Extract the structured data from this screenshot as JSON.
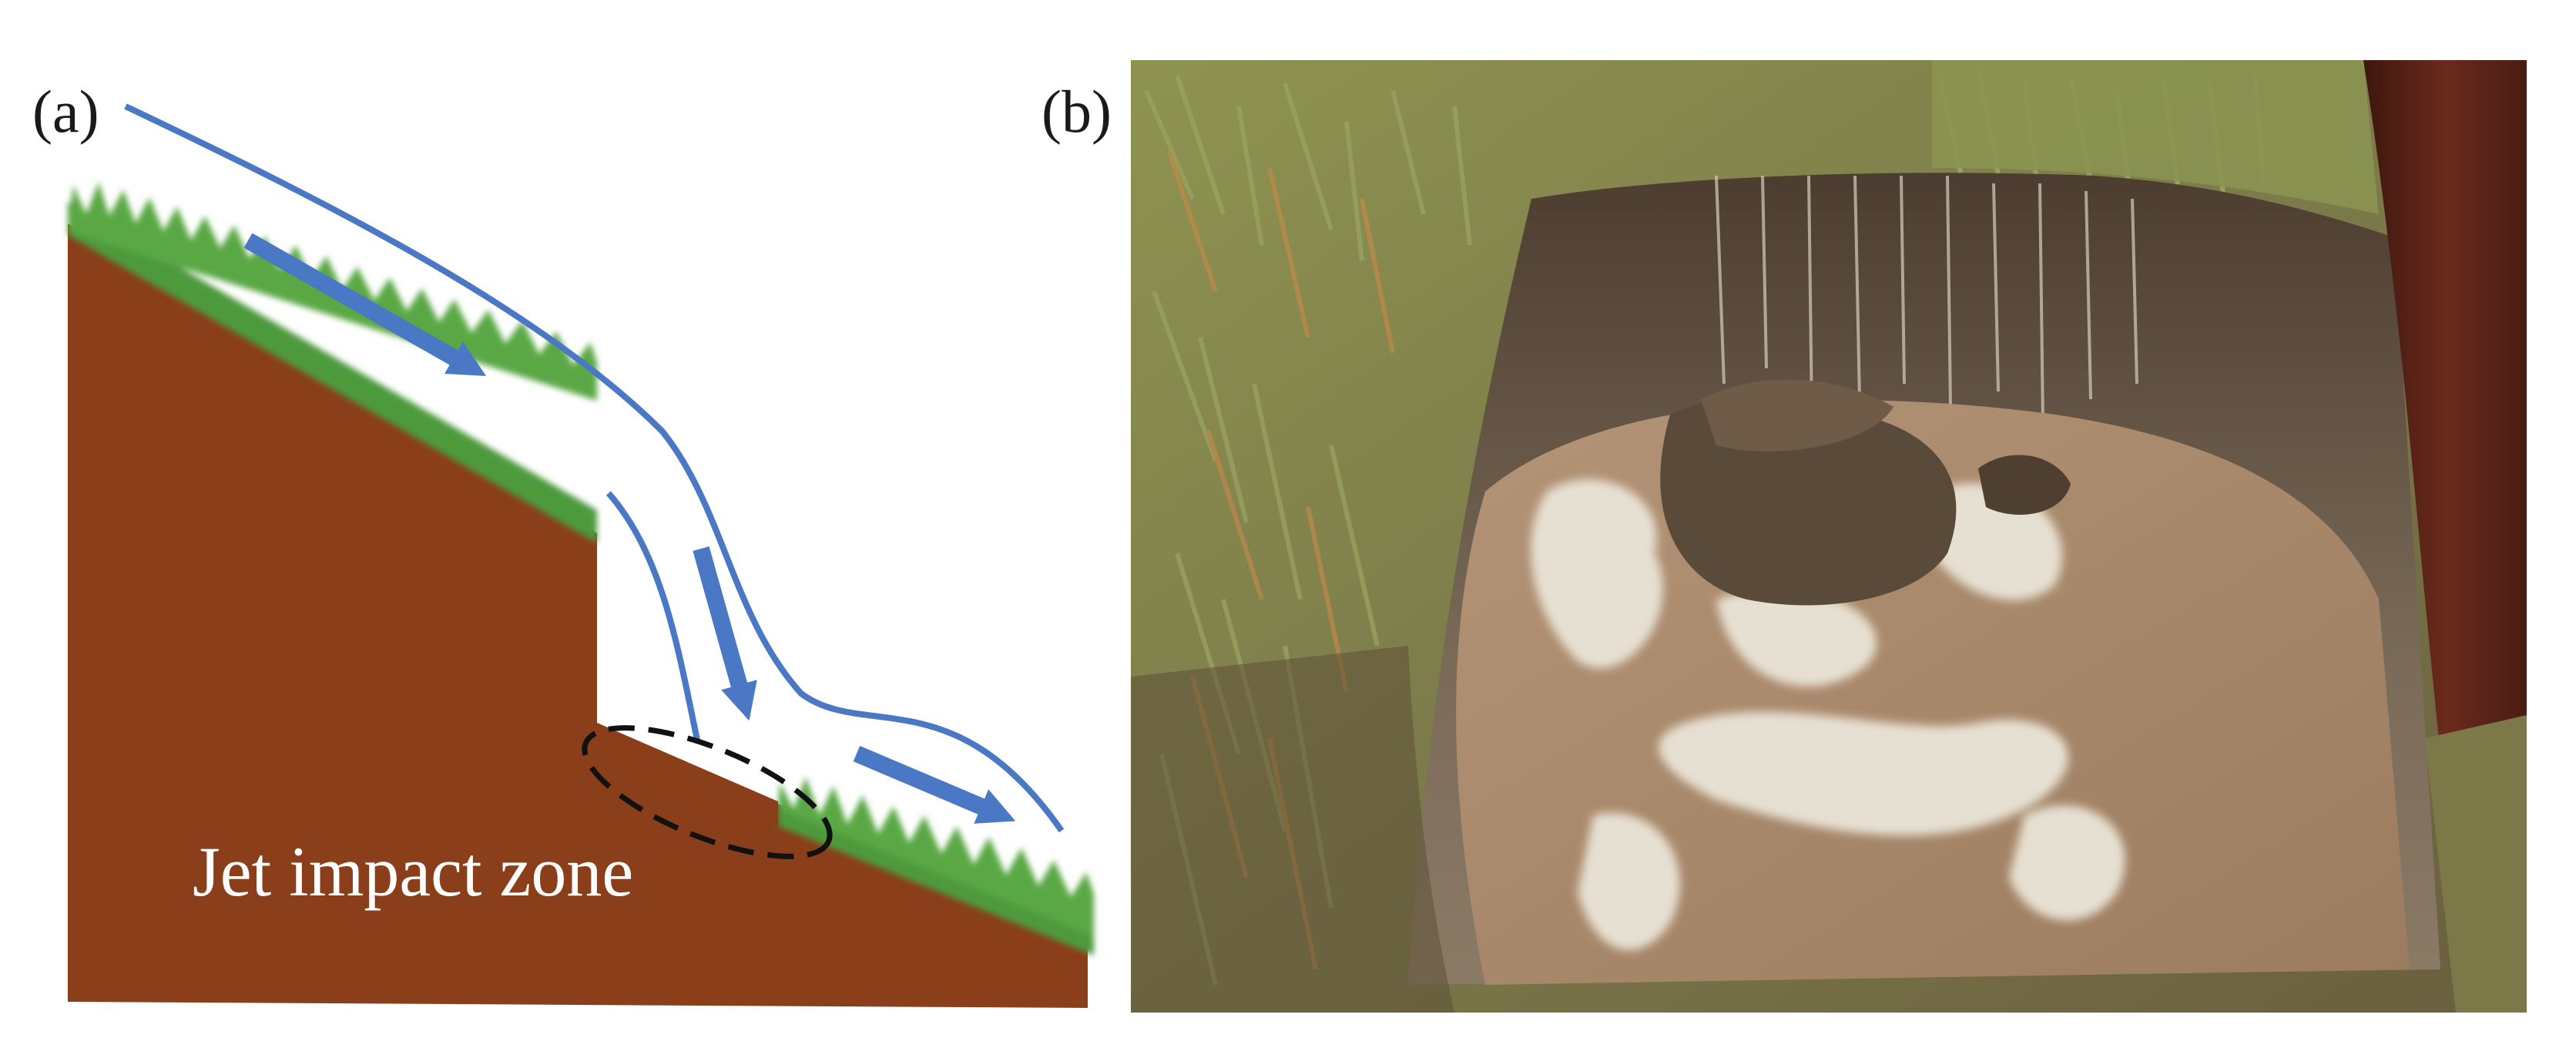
{
  "panels": {
    "a": {
      "label": "(a)"
    },
    "b": {
      "label": "(b)"
    }
  },
  "diagram": {
    "annotation": "Jet impact zone",
    "colors": {
      "soil": "#8a3f1a",
      "grass": "#4e9a3c",
      "flow": "#4a78c4",
      "annotation_outline": "#111111"
    }
  },
  "photo": {
    "colors": {
      "turf": "#7d8a4a",
      "soil_wall": "#6a5a48",
      "muddy_water": "#a8886a",
      "foam": "#e8e2d6",
      "metal_plate": "#5a2418"
    }
  }
}
